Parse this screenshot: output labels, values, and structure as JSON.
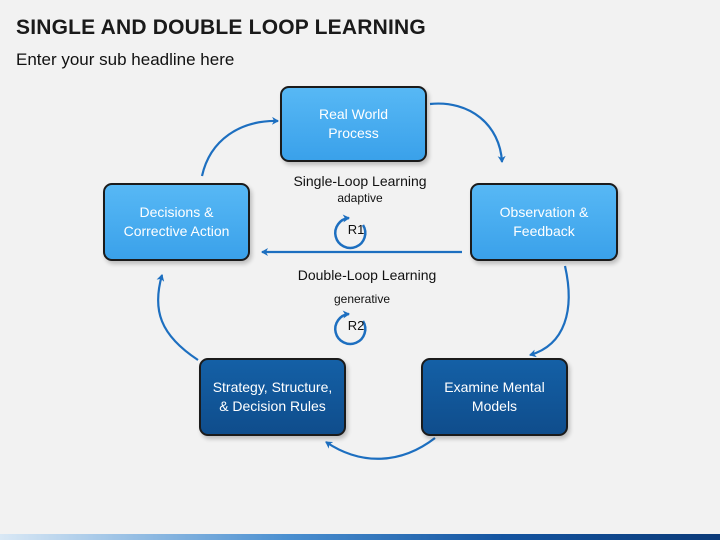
{
  "header": {
    "title": "SINGLE AND DOUBLE LOOP LEARNING",
    "subtitle": "Enter your sub headline here"
  },
  "nodes": {
    "real_world": "Real World Process",
    "observation": "Observation & Feedback",
    "examine": "Examine Mental Models",
    "strategy": "Strategy, Structure, & Decision Rules",
    "decisions": "Decisions & Corrective Action"
  },
  "loops": {
    "single": {
      "title": "Single-Loop Learning",
      "subtitle": "adaptive",
      "tag": "R1"
    },
    "double": {
      "title": "Double-Loop Learning",
      "subtitle": "generative",
      "tag": "R2"
    }
  },
  "colors": {
    "light_box": "#3aa1ea",
    "dark_box": "#0f4d8c",
    "arrow": "#1d6fc0",
    "background": "#f2f2f2"
  }
}
